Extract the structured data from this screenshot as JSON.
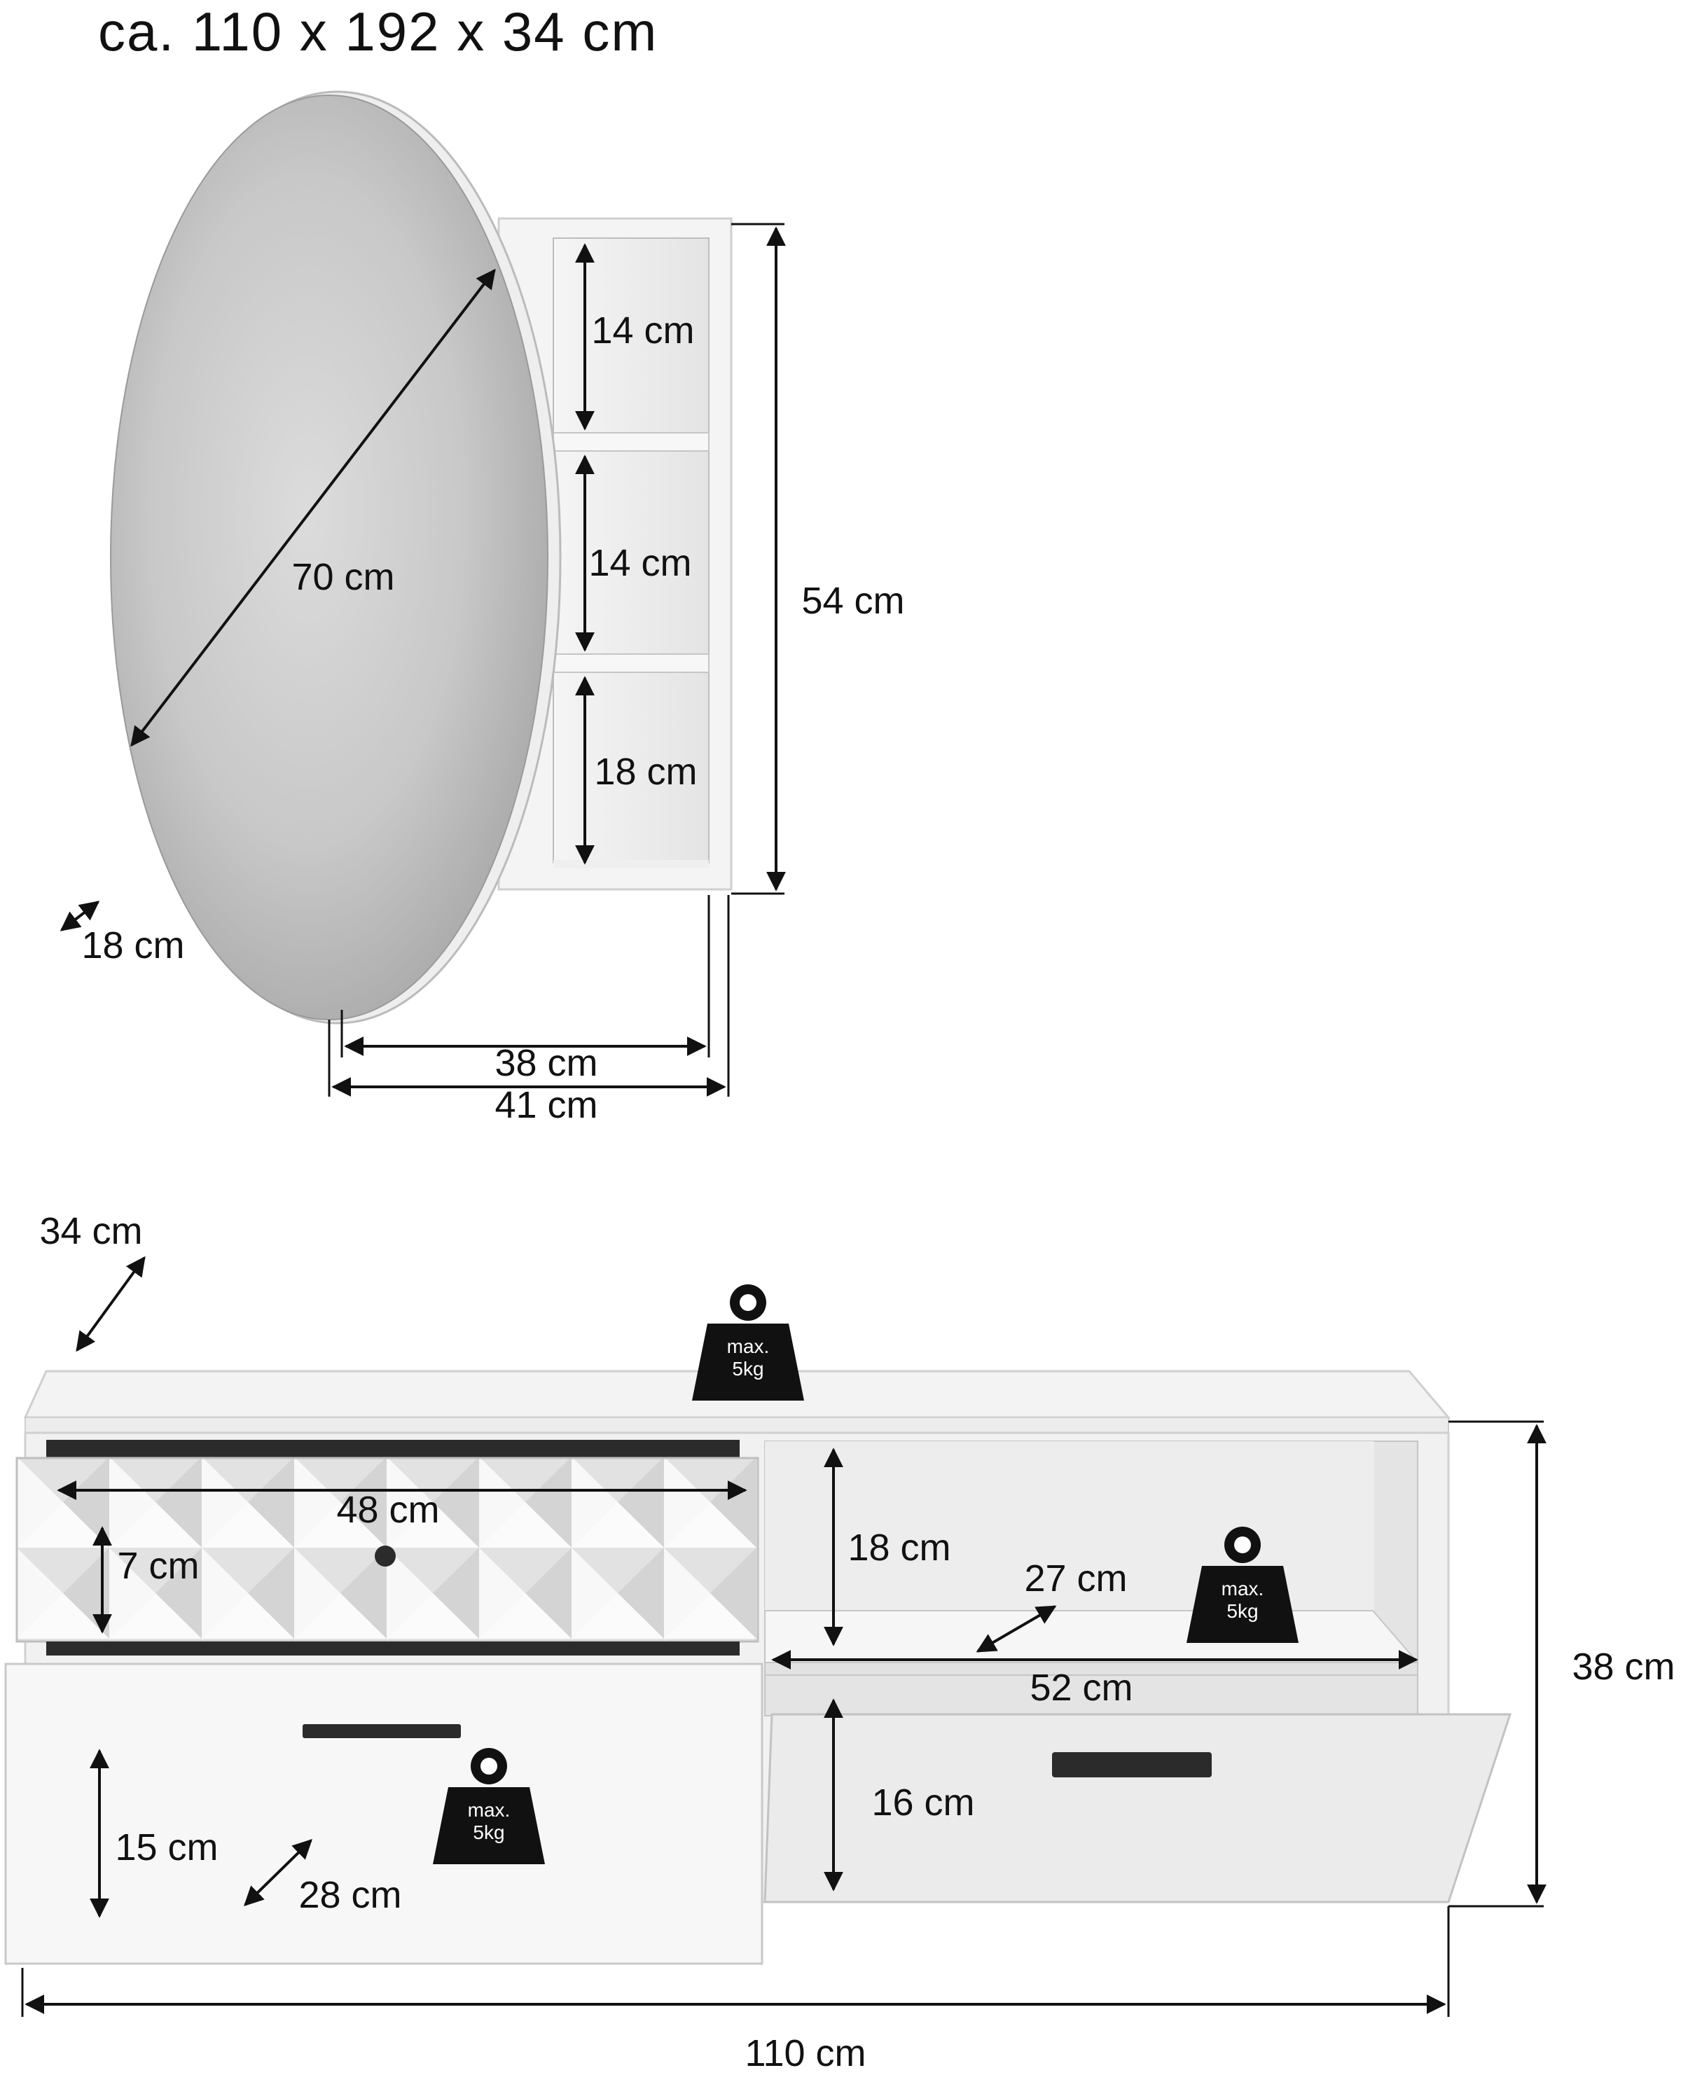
{
  "title": "ca. 110 x 192 x 34 cm",
  "mirror_cabinet": {
    "diameter": "70 cm",
    "depth": "18 cm",
    "height": "54 cm",
    "shelf_heights": [
      "14 cm",
      "14 cm",
      "18 cm"
    ],
    "inner_width": "38 cm",
    "outer_width": "41 cm"
  },
  "lowboard": {
    "depth": "34 cm",
    "height": "38 cm",
    "width": "110 cm",
    "drawer_inner_width": "48 cm",
    "drawer_inner_height": "7 cm",
    "lower_drawer_height": "15 cm",
    "lower_drawer_depth": "28 cm",
    "open_shelf_height": "18 cm",
    "open_shelf_depth": "27 cm",
    "open_shelf_width": "52 cm",
    "flap_height": "16 cm",
    "load_labels": {
      "top": [
        "max.",
        "5kg"
      ],
      "shelf": [
        "max.",
        "5kg"
      ],
      "drawer": [
        "max.",
        "5kg"
      ]
    }
  },
  "colors": {
    "line": "#111111",
    "mirror": "#c9c9c9",
    "panel": "#f2f2f2",
    "panel_shade": "#d9d9d9",
    "interior": "#e6e6e6",
    "handle": "#2b2b2b"
  }
}
